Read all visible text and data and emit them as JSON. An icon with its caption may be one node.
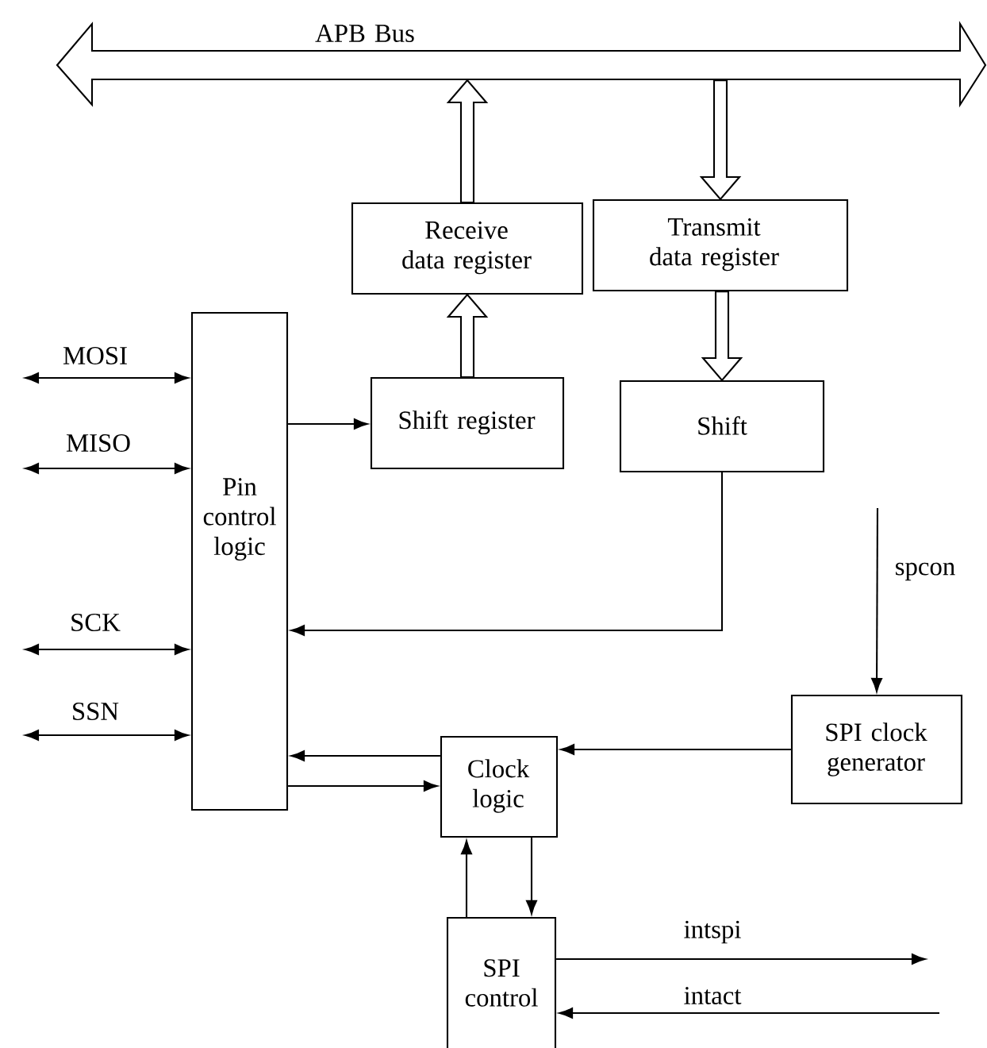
{
  "diagram": {
    "nodes": [
      {
        "text": [
          "APB Bus"
        ]
      },
      {
        "text": [
          "Receive data register"
        ]
      },
      {
        "text": [
          "Transmit data register"
        ]
      },
      {
        "text": [
          "Pin control logic"
        ]
      },
      {
        "text": [
          "Shift register"
        ]
      },
      {
        "text": [
          "Shift"
        ]
      },
      {
        "text": [
          "SPI clock generator"
        ]
      },
      {
        "text": [
          "Clock logic"
        ]
      },
      {
        "text": [
          "SPI control"
        ]
      }
    ],
    "edges": [
      {
        "from": 1,
        "to": 0,
        "arrow": "to",
        "style": "thick"
      },
      {
        "from": 0,
        "to": 2,
        "arrow": "to",
        "style": "thick"
      },
      {
        "from": 4,
        "to": 1,
        "arrow": "to",
        "style": "thick"
      },
      {
        "from": 2,
        "to": 5,
        "arrow": "to",
        "style": "thick"
      },
      {
        "from": null,
        "to": 3,
        "arrow": "both",
        "label": "MOSI"
      },
      {
        "from": null,
        "to": 3,
        "arrow": "both",
        "label": "MISO"
      },
      {
        "from": null,
        "to": 3,
        "arrow": "both",
        "label": "SCK"
      },
      {
        "from": null,
        "to": 3,
        "arrow": "both",
        "label": "SSN"
      },
      {
        "from": 3,
        "to": 4,
        "arrow": "to"
      },
      {
        "from": 5,
        "to": 3,
        "arrow": "to"
      },
      {
        "from": null,
        "to": 6,
        "arrow": "to",
        "label": "spcon"
      },
      {
        "from": 6,
        "to": 7,
        "arrow": "to"
      },
      {
        "from": 7,
        "to": 3,
        "arrow": "to"
      },
      {
        "from": 3,
        "to": 7,
        "arrow": "to"
      },
      {
        "from": 8,
        "to": 7,
        "arrow": "to"
      },
      {
        "from": 7,
        "to": 8,
        "arrow": "to"
      },
      {
        "from": 8,
        "to": null,
        "arrow": "to",
        "label": "intspi"
      },
      {
        "from": null,
        "to": 8,
        "arrow": "to",
        "label": "intact"
      }
    ]
  }
}
